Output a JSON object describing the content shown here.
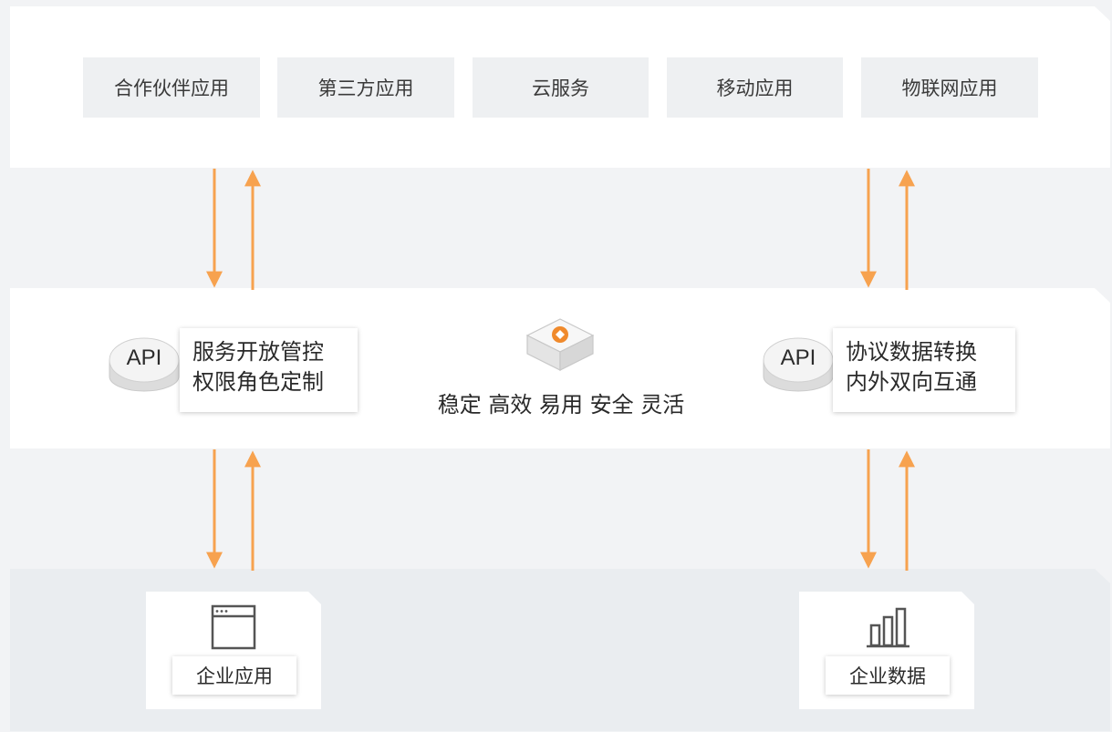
{
  "top_layer": {
    "apps": [
      {
        "label": "合作伙伴应用"
      },
      {
        "label": "第三方应用"
      },
      {
        "label": "云服务"
      },
      {
        "label": "移动应用"
      },
      {
        "label": "物联网应用"
      }
    ]
  },
  "middle_layer": {
    "left_api": {
      "badge": "API",
      "lines": [
        "服务开放管控",
        "权限角色定制"
      ]
    },
    "center": {
      "icon": "gateway-cube-icon",
      "tagline": "稳定 高效 易用 安全 灵活"
    },
    "right_api": {
      "badge": "API",
      "lines": [
        "协议数据转换",
        "内外双向互通"
      ]
    }
  },
  "bottom_layer": {
    "left": {
      "icon": "browser-window-icon",
      "label": "企业应用"
    },
    "right": {
      "icon": "bar-chart-icon",
      "label": "企业数据"
    }
  },
  "colors": {
    "arrow": "#f7a24f",
    "accent": "#f08a2c",
    "panel": "#ffffff",
    "app_box": "#eef0f2",
    "background": "#f2f3f5"
  }
}
